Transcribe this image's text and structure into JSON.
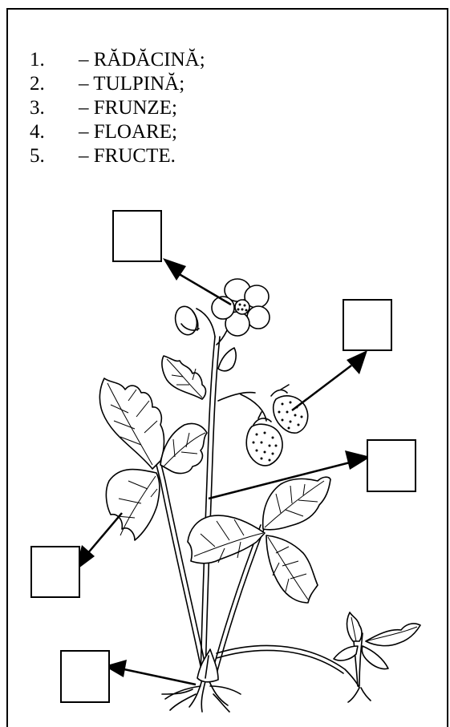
{
  "legend": {
    "items": [
      {
        "number": "1.",
        "label": "– RĂDĂCINĂ;"
      },
      {
        "number": "2.",
        "label": "– TULPINĂ;"
      },
      {
        "number": "3.",
        "label": "– FRUNZE;"
      },
      {
        "number": "4.",
        "label": "– FLOARE;"
      },
      {
        "number": "5.",
        "label": "– FRUCTE."
      }
    ]
  },
  "colors": {
    "ink": "#000000",
    "paper": "#ffffff"
  }
}
